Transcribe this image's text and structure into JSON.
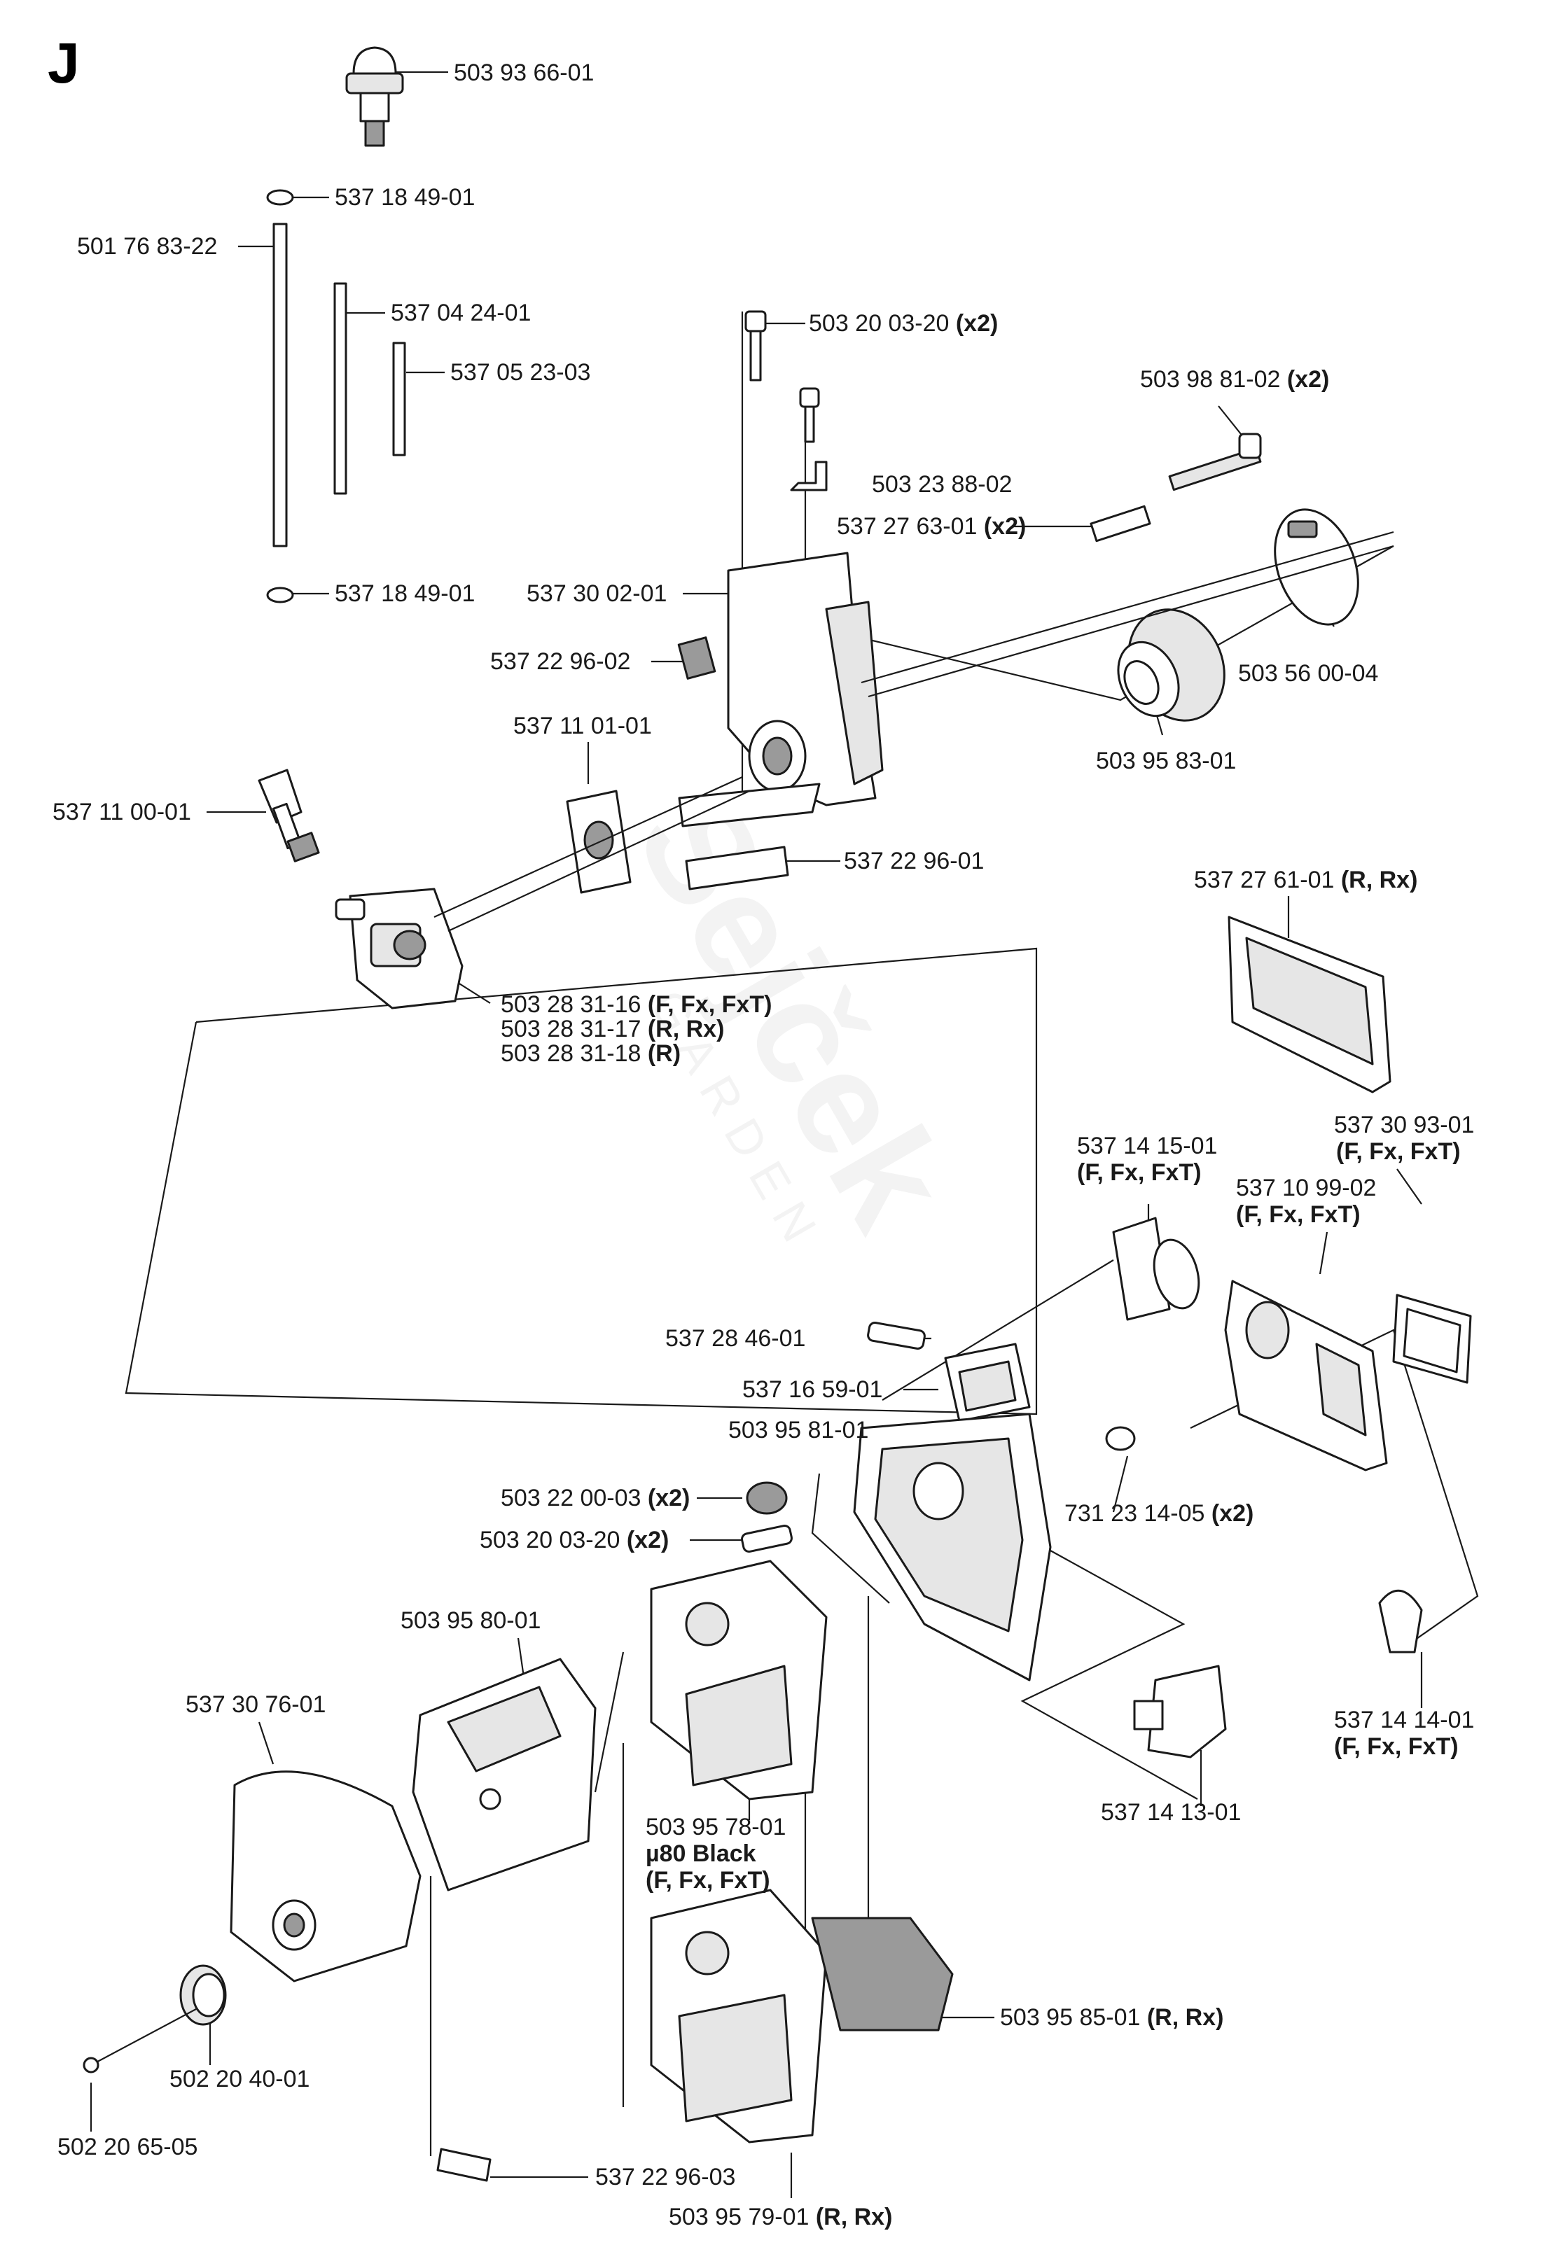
{
  "section_letter": "J",
  "watermark": {
    "brand": "Sejček",
    "sub": "GARDEN"
  },
  "labels": [
    {
      "id": "l01",
      "part": "503 93 66-01",
      "qual": ""
    },
    {
      "id": "l02",
      "part": "537 18 49-01",
      "qual": ""
    },
    {
      "id": "l03",
      "part": "501 76 83-22",
      "qual": ""
    },
    {
      "id": "l04",
      "part": "537 04 24-01",
      "qual": ""
    },
    {
      "id": "l05",
      "part": "537 05 23-03",
      "qual": ""
    },
    {
      "id": "l06",
      "part": "537 18 49-01",
      "qual": ""
    },
    {
      "id": "l07",
      "part": "503 20 03-20",
      "qual": "(x2)"
    },
    {
      "id": "l08",
      "part": "503 98 81-02",
      "qual": "(x2)"
    },
    {
      "id": "l09",
      "part": "503 23 88-02",
      "qual": ""
    },
    {
      "id": "l10",
      "part": "537 27 63-01",
      "qual": "(x2)"
    },
    {
      "id": "l11",
      "part": "537 30 02-01",
      "qual": ""
    },
    {
      "id": "l12",
      "part": "537 22 96-02",
      "qual": ""
    },
    {
      "id": "l13",
      "part": "503 56 00-04",
      "qual": ""
    },
    {
      "id": "l14",
      "part": "537 11 01-01",
      "qual": ""
    },
    {
      "id": "l15",
      "part": "503 95 83-01",
      "qual": ""
    },
    {
      "id": "l16",
      "part": "537 11 00-01",
      "qual": ""
    },
    {
      "id": "l17",
      "part": "537 22 96-01",
      "qual": ""
    },
    {
      "id": "l18",
      "part": "537 27 61-01",
      "qual": "(R, Rx)"
    },
    {
      "id": "l19",
      "part": "503 28 31-16",
      "qual": "(F, Fx, FxT)"
    },
    {
      "id": "l20",
      "part": "503 28 31-17",
      "qual": "(R, Rx)"
    },
    {
      "id": "l21",
      "part": "503 28 31-18",
      "qual": "(R)"
    },
    {
      "id": "l22",
      "part": "537 30 93-01",
      "qual": ""
    },
    {
      "id": "l23",
      "part": "",
      "qual": "(F, Fx, FxT)"
    },
    {
      "id": "l24",
      "part": "537 14 15-01",
      "qual": ""
    },
    {
      "id": "l25",
      "part": "",
      "qual": "(F, Fx, FxT)"
    },
    {
      "id": "l26",
      "part": "537 10 99-02",
      "qual": ""
    },
    {
      "id": "l27",
      "part": "",
      "qual": "(F, Fx, FxT)"
    },
    {
      "id": "l28",
      "part": "537 28 46-01",
      "qual": ""
    },
    {
      "id": "l29",
      "part": "537 16 59-01",
      "qual": ""
    },
    {
      "id": "l30",
      "part": "503 95 81-01",
      "qual": ""
    },
    {
      "id": "l31",
      "part": "503 22 00-03",
      "qual": "(x2)"
    },
    {
      "id": "l32",
      "part": "731 23 14-05",
      "qual": "(x2)"
    },
    {
      "id": "l33",
      "part": "503 20 03-20",
      "qual": "(x2)"
    },
    {
      "id": "l34",
      "part": "503 95 80-01",
      "qual": ""
    },
    {
      "id": "l35",
      "part": "537 30 76-01",
      "qual": ""
    },
    {
      "id": "l36",
      "part": "537 14 14-01",
      "qual": ""
    },
    {
      "id": "l37",
      "part": "",
      "qual": "(F, Fx, FxT)"
    },
    {
      "id": "l38",
      "part": "537 14 13-01",
      "qual": ""
    },
    {
      "id": "l39",
      "part": "503 95 78-01",
      "qual": ""
    },
    {
      "id": "l40",
      "part": "",
      "qual": "µ80 Black"
    },
    {
      "id": "l41",
      "part": "",
      "qual": "(F, Fx, FxT)"
    },
    {
      "id": "l42",
      "part": "503 95 85-01",
      "qual": "(R, Rx)"
    },
    {
      "id": "l43",
      "part": "502 20 40-01",
      "qual": ""
    },
    {
      "id": "l44",
      "part": "502 20 65-05",
      "qual": ""
    },
    {
      "id": "l45",
      "part": "537 22 96-03",
      "qual": ""
    },
    {
      "id": "l46",
      "part": "503 95 79-01",
      "qual": "(R, Rx)"
    }
  ]
}
